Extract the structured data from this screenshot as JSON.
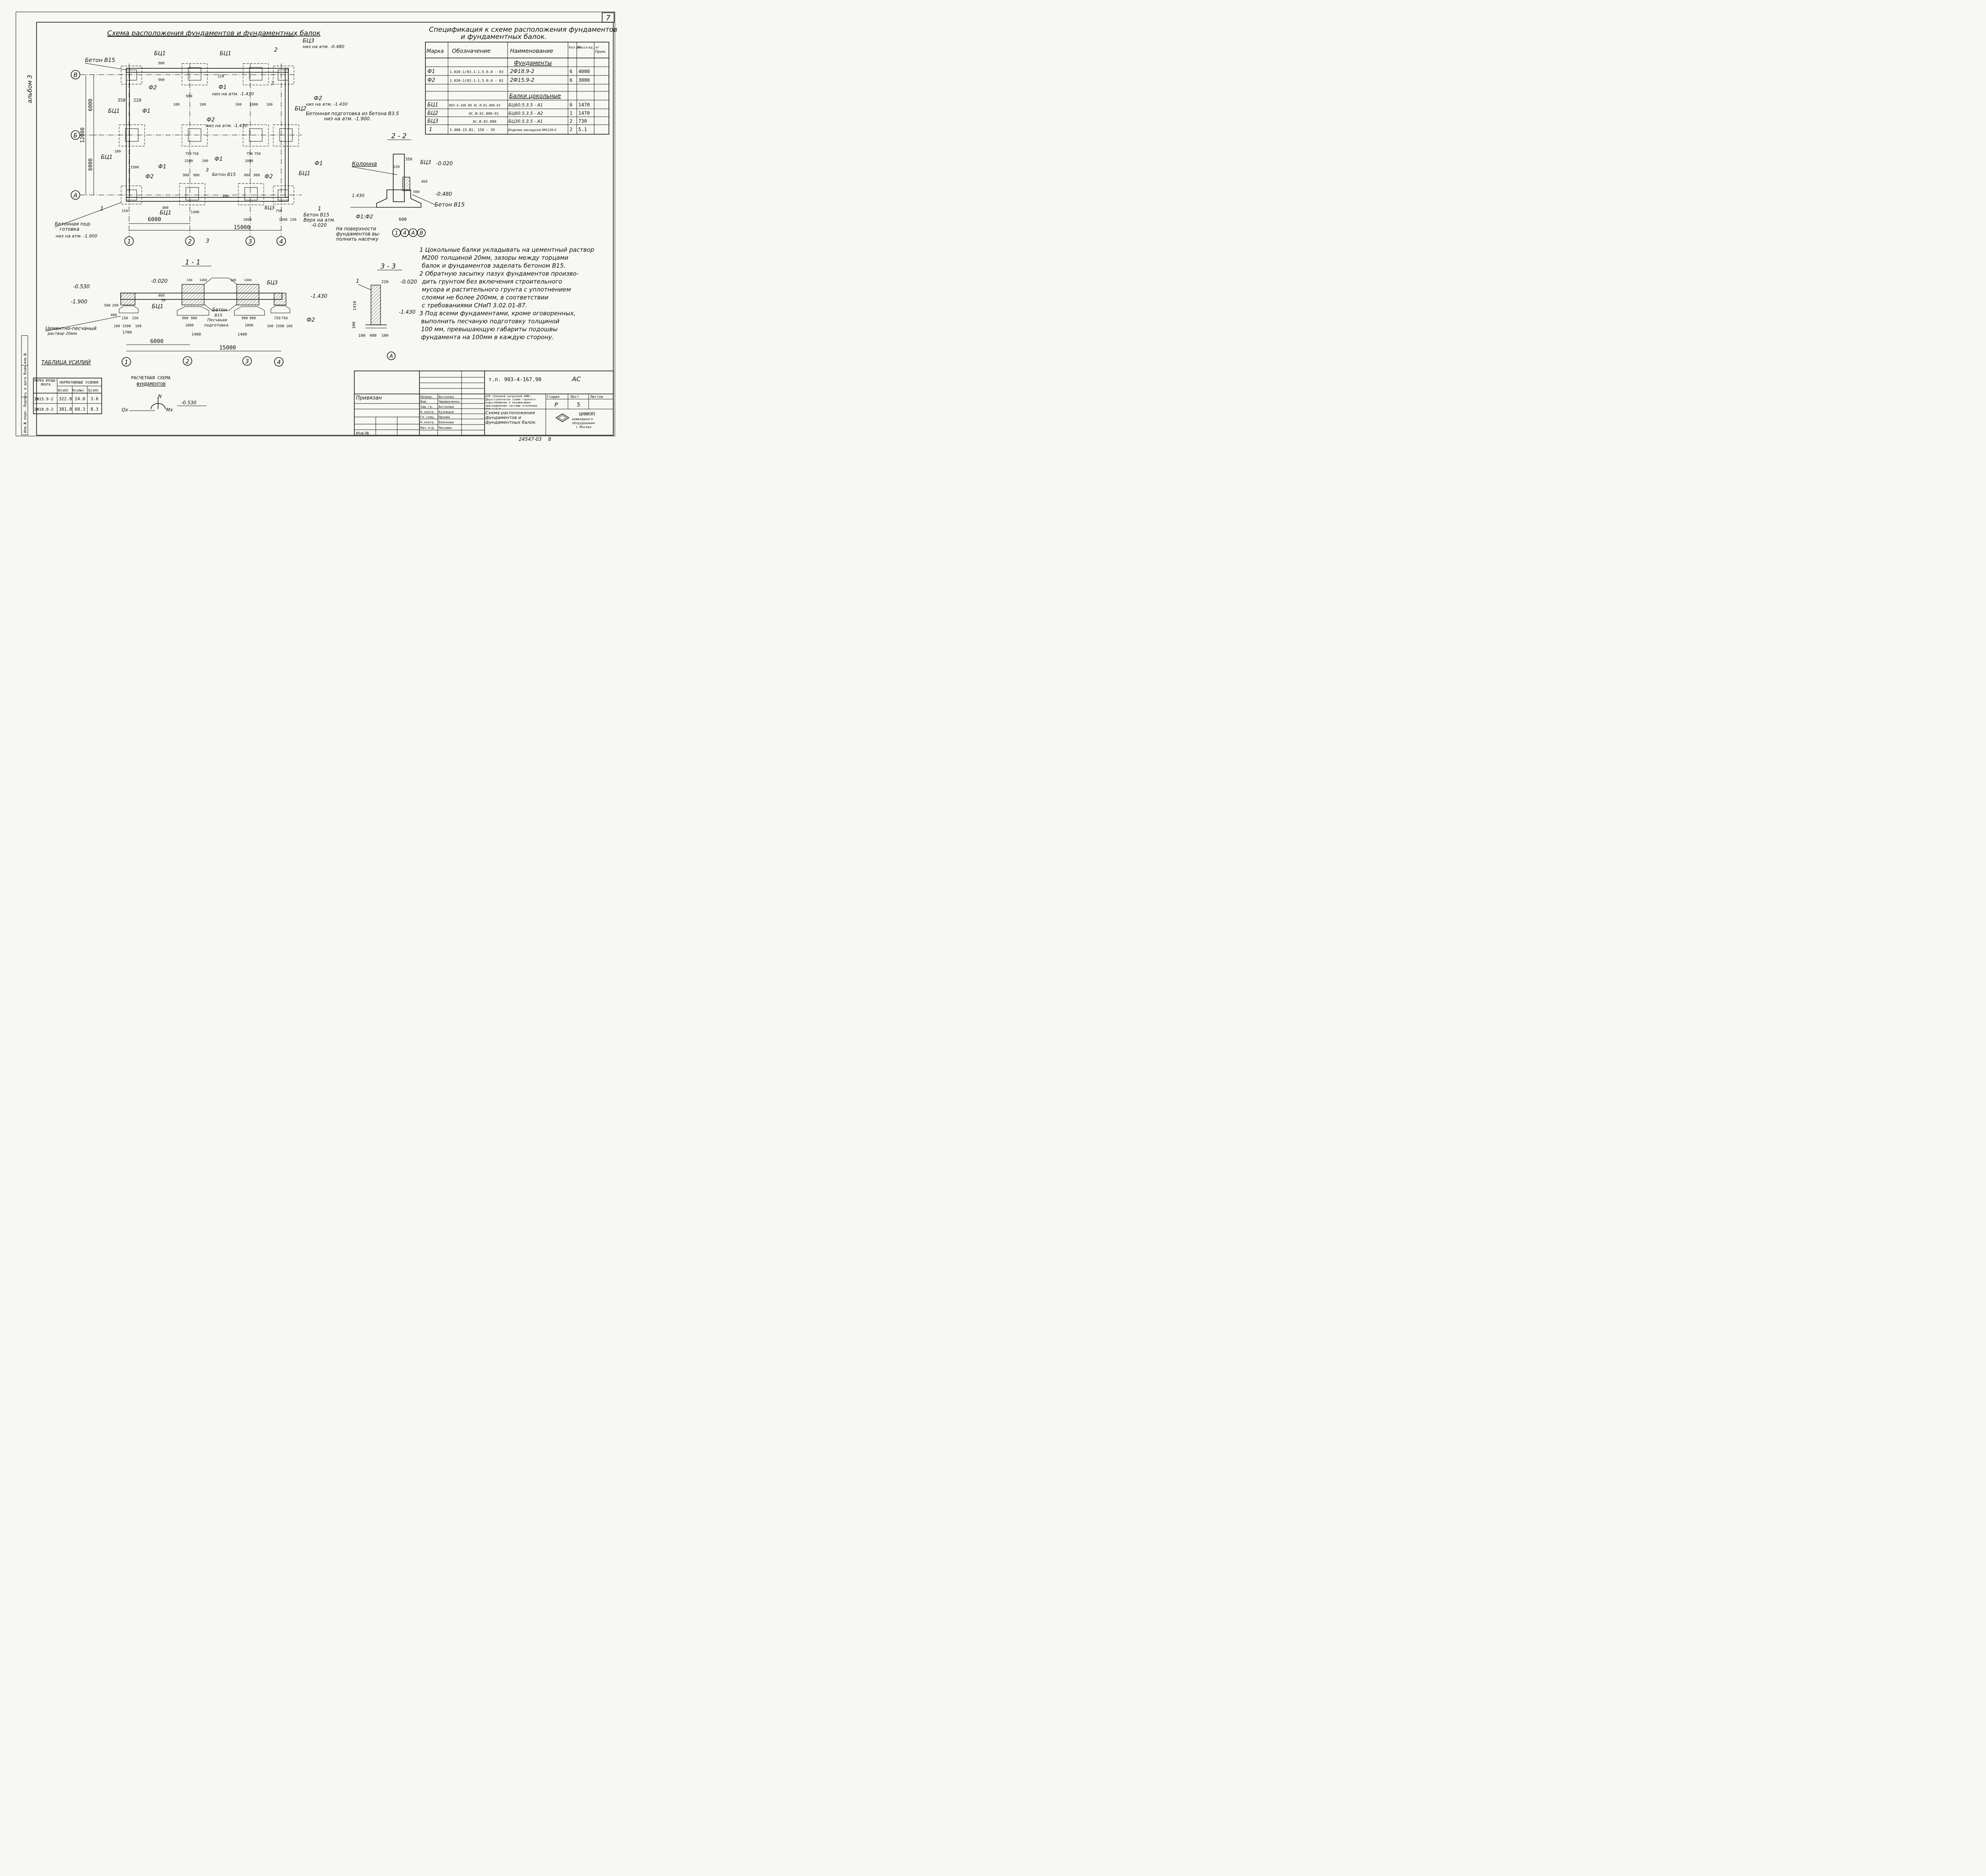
{
  "sheet_number": "7",
  "album_label": "альбом 3",
  "plan": {
    "title": "Схема расположения фундаментов и фундаментных балок",
    "axes_rows": [
      "В",
      "Б",
      "А"
    ],
    "axes_cols": [
      "1",
      "2",
      "3",
      "4"
    ],
    "dims_vertical": [
      "6000",
      "6000",
      "12000"
    ],
    "dims_horizontal": [
      "6000",
      "15000"
    ],
    "labels": {
      "bc1": "БЦ1",
      "bc2": "БЦ2",
      "bc3": "БЦ3",
      "f1": "Ф1",
      "f2": "Ф2",
      "beton_b15": "Бетон В15",
      "beton_b15_b": "Бетон В15",
      "bc3_note": "низ на атм. -0.480",
      "f1_note": "низ на атм. -1.430",
      "f2_note": "низ на атм. -1.430",
      "f2_note_b": "низ на атм. -1.430",
      "podgotovka": "Бетонная подготовка из бетона В3.5",
      "podgotovka_b": "низ на атм. -1.900.",
      "beton_podgotovka_1": "Бетонная под-",
      "beton_podgotovka_2": "готовка",
      "beton_podgotovka_3": "низ на атм. -1.900",
      "verh": "Бетон В15",
      "verh_b": "Верх на атм.",
      "verh_c": "-0.020",
      "nasechka_1": "На поверхности",
      "nasechka_2": "фундаментов вы-",
      "nasechka_3": "полнить насечку",
      "beton_b15_c": "Бетон В15"
    },
    "dims_small": [
      "900",
      "900",
      "220",
      "350",
      "220",
      "100",
      "900",
      "100",
      "100",
      "1800",
      "100",
      "100",
      "1500",
      "100",
      "750",
      "750",
      "1400",
      "750",
      "750",
      "900",
      "900",
      "400",
      "400",
      "150",
      "1500",
      "750",
      "1500",
      "150",
      "900",
      "900",
      "1800",
      "1800"
    ],
    "section_marks": [
      "1",
      "1",
      "2",
      "2",
      "3",
      "3"
    ]
  },
  "spec": {
    "title_line1": "Спецификация к схеме расположения фундаментов",
    "title_line2": "и фундаментных балок.",
    "headers": [
      "Марка",
      "Обозначение",
      "Наименование",
      "Кол шт.",
      "Масса ед., кг",
      "Прим."
    ],
    "group1": "Фундаменты",
    "group2": "Балки цокольные",
    "rows": [
      [
        "Ф1",
        "1.020-1/83.1-1.5.0.0 - 03",
        "2Ф18.9-2",
        "6",
        "4000",
        ""
      ],
      [
        "Ф2",
        "1.020-1/83.1-1.5.0.0 - 01",
        "2Ф15.9-2",
        "6",
        "3000",
        ""
      ],
      [
        "БЦ1",
        "903-4-168.90 АС.И.01.000-01",
        "БЦ60.5.3.5 - А1",
        "6",
        "1470",
        ""
      ],
      [
        "БЦ2",
        "АС.И.01.000-01",
        "БЦ60.5.3.5 - А2",
        "1",
        "1470",
        ""
      ],
      [
        "БЦ3",
        "АС.И.02.000",
        "БЦ30.5.3.5 - А1",
        "2",
        "730",
        ""
      ],
      [
        "1",
        "1.400-15.В1. 150 - 39",
        "Изделие закладное МН139-4",
        "2",
        "5.1",
        ""
      ]
    ]
  },
  "section22": {
    "title": "2 - 2",
    "kolonna": "Колонна",
    "bc3": "БЦ3",
    "el1": "-0.020",
    "el2": "-0.480",
    "el3": "1.430",
    "beton": "Бетон В15",
    "f": "Ф1;Ф2",
    "dims": [
      "220",
      "350",
      "460",
      "500",
      "600"
    ],
    "axes": [
      "1",
      "4",
      "А",
      "В"
    ]
  },
  "section11": {
    "title": "1 - 1",
    "el1": "-0.530",
    "el2": "-1.900",
    "el3": "-0.020",
    "el4": "-1.430",
    "bc1": "БЦ1",
    "bc3": "БЦ3",
    "f2": "Ф2",
    "beton": "Бетон",
    "beton2": "В15",
    "pesch": "Песчаная",
    "pesch2": "подготовка",
    "rastvor1": "Цементно-песчаный",
    "rastvor2": "раствор 20мм.",
    "dims": [
      "460",
      "50",
      "500",
      "200",
      "400",
      "100",
      "150",
      "1500",
      "150",
      "100",
      "1700",
      "900",
      "900",
      "1800",
      "1400",
      "900",
      "900",
      "1800",
      "750",
      "750",
      "1500",
      "100",
      "100",
      "1400",
      "1400",
      "100",
      "100",
      "1400"
    ],
    "dims_total": [
      "6000",
      "15000"
    ],
    "axes": [
      "1",
      "2",
      "3",
      "4"
    ]
  },
  "section33": {
    "title": "3 - 3",
    "item": "1",
    "el1": "-0.020",
    "el2": "-1.430",
    "dims": [
      "220",
      "1410",
      "100",
      "100",
      "400",
      "100"
    ],
    "axis": "А"
  },
  "notes": [
    "1 Цокольные балки укладывать на цементный раствор",
    "М200 толщиной 20мм, зазоры между торцами",
    "балок и фундаментов заделать бетоном В15.",
    "2 Обратную засыпку пазух фундаментов произво-",
    "дить грунтом без включения строительного",
    "мусора и растительного грунта с уплотнением",
    "слоями не более 200мм, в соответствии",
    "с требованиями СНиП 3.02.01-87.",
    "3 Под всеми фундаментами, кроме оговоренных,",
    "выполнить песчаную подготовку толщиной",
    "100 мм, превышающую габариты подошвы",
    "фундамента на 100мм в каждую сторону."
  ],
  "forces": {
    "title": "ТАБЛИЦА УСИЛИЙ",
    "head1": "МАРКА ФУНДА- МЕНТА",
    "head2": "НОРМАТИВНЫЕ УСИЛИЯ",
    "cols": [
      "N(кН)",
      "M(кНм)",
      "Q(кН)"
    ],
    "rows": [
      [
        "2Ф15.9-2",
        "322.0",
        "24.0",
        "3.6"
      ],
      [
        "2Ф18.9-2",
        "381.0",
        "68.3",
        "8.3"
      ]
    ]
  },
  "calc": {
    "title1": "РАСЧЕТНАЯ СХЕМА",
    "title2": "ФУНДАМЕНТОВ",
    "n": "N",
    "qx": "Qx",
    "mx": "Mx",
    "el": "-0.530"
  },
  "stamp": {
    "code": "т.п. 903-4-167.90",
    "sheet_mark": "АС",
    "privyazan": "Привязан",
    "inv": "Инв.№",
    "roles": [
      "Провер.",
      "Инж.",
      "Зав.гр.",
      "Н.контр.",
      "Гл.спец.",
      "Н.контр.",
      "Нач.отд."
    ],
    "names": [
      "Антонова",
      "Чиршинченко",
      "Антонова",
      "Кузнецов",
      "Пронин",
      "Бленкова",
      "Письман"
    ],
    "project": "ЦТП тепловой нагрузкой 4МВт. Двухступенчатая схема горячего водоснабжения и независимое присоединение системы отопления Р=0.3-0.9",
    "stadia_h": "Стадия",
    "list_h": "Лист",
    "listov_h": "Листов",
    "stadia": "Р",
    "list": "5",
    "drawing": "Схема расположения фундаментов и фундаментных балок.",
    "org1": "ЦНИИЭП",
    "org2": "инженерного",
    "org3": "оборудования",
    "org4": "г.Москва",
    "bottom_code": "24547-03",
    "bottom_num": "8",
    "left_strip": "Инв.№ подл.  Подпись и дата  Взам.инв.№"
  }
}
